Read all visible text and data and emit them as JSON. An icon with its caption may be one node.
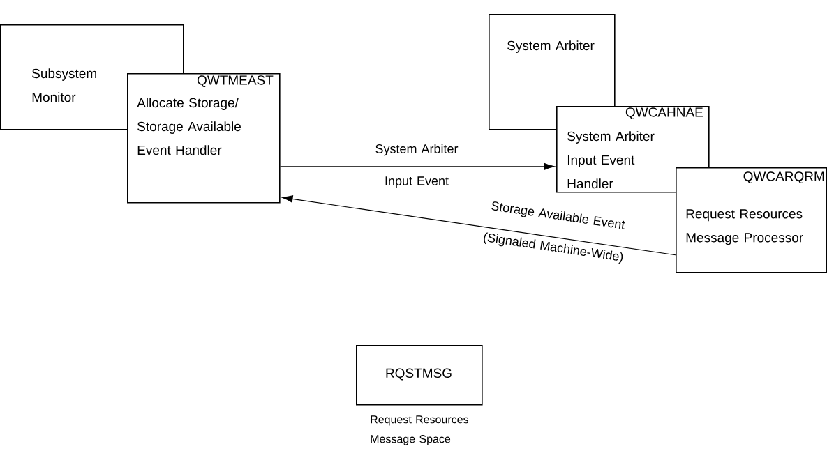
{
  "diagram": {
    "nodes": [
      {
        "text": [
          "Subsystem Monitor"
        ]
      },
      {
        "text": [
          "QWTMEAST",
          "Allocate Storage/ Storage Available Event Handler"
        ]
      },
      {
        "text": [
          "System Arbiter"
        ]
      },
      {
        "text": [
          "QWCAHNAE",
          "System Arbiter Input Event Handler"
        ]
      },
      {
        "text": [
          "QWCARQRM",
          "Request Resources Message Processor"
        ]
      },
      {
        "text": [
          "RQSTMSG"
        ],
        "beside": [
          "Request Resources Message Space"
        ]
      }
    ],
    "edges": [
      {
        "from": 1,
        "to": 3,
        "arrow": "to",
        "label": "System Arbiter Input Event"
      },
      {
        "from": 4,
        "to": 1,
        "arrow": "to",
        "label": "Storage Available Event (Signaled Machine-Wide)"
      }
    ]
  }
}
